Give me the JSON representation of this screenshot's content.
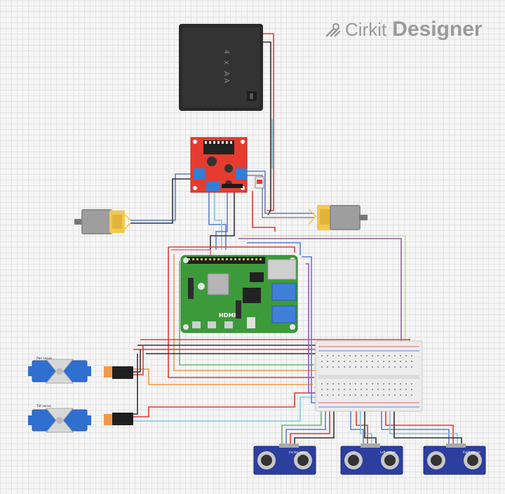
{
  "brand": {
    "name": "Cirkit",
    "product": "Designer",
    "logo_icon": "cirkit-logo-icon"
  },
  "components": {
    "battery": {
      "label": "4 x AA"
    },
    "raspberry_pi": {
      "label": "HDMI"
    },
    "servos": [
      {
        "label": "Pan servo"
      },
      {
        "label": "Tilt servo"
      }
    ],
    "sensors": [
      {
        "label": "Center sensor"
      },
      {
        "label": "Left sensor"
      },
      {
        "label": "Right sensor"
      }
    ]
  },
  "colors": {
    "wire_red": "#e53935",
    "wire_black": "#333333",
    "wire_blue": "#5b7fd6",
    "wire_green": "#66bb6a",
    "wire_yellow": "#f2c94c",
    "wire_purple": "#9b59b6",
    "wire_lightblue": "#7ec8e3",
    "wire_orange": "#f2994a",
    "driver_board": "#e53c2f",
    "pi_board": "#3d9a3b",
    "sensor_board": "#2c3e9e"
  }
}
